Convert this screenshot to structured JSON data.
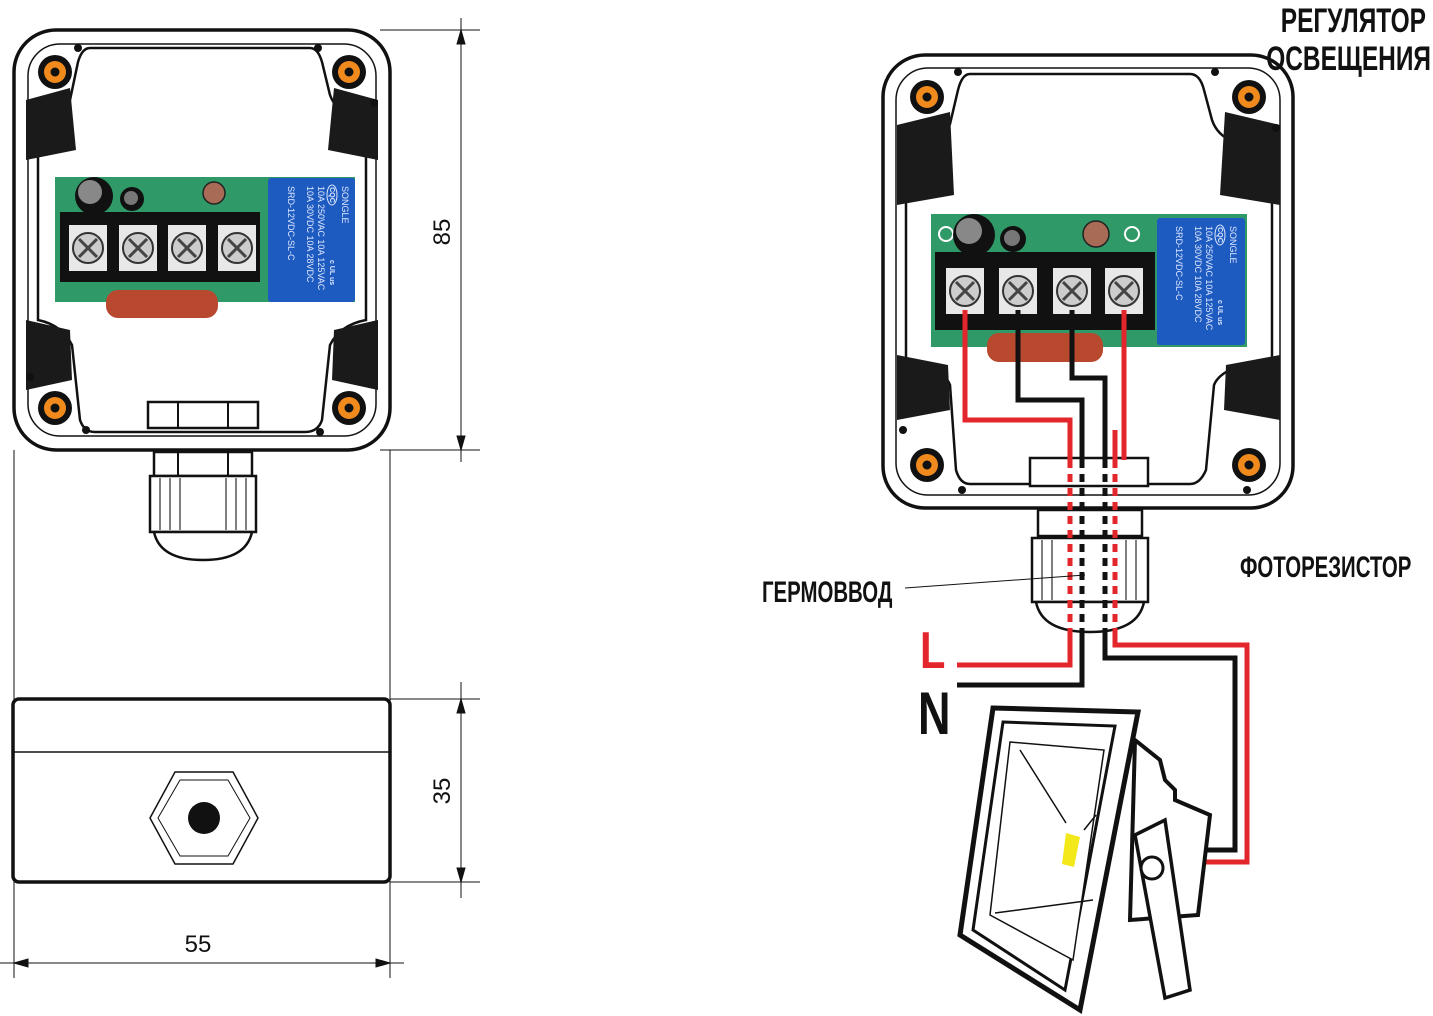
{
  "title": {
    "line1": "РЕГУЛЯТОР",
    "line2": "ОСВЕЩЕНИЯ"
  },
  "labels": {
    "photoresistor": "ФОТОРЕЗИСТОР",
    "cable_gland": "ГЕРМОВВОД",
    "line": "L",
    "neutral": "N"
  },
  "dimensions": {
    "height": "85",
    "depth": "35",
    "width": "55"
  },
  "relay": {
    "brand": "SONGLE",
    "model": "SRD-12VDC-SL-C",
    "rating1": "10A 250VAC  10A 125VAC",
    "rating2": "10A 30VDC  10A 28VDC",
    "cert": "CQC",
    "ul": "c UL us"
  },
  "colors": {
    "pcb": "#2f9a67",
    "relay": "#1e5bc0",
    "wire_red": "#e3262b",
    "wire_black": "#111111",
    "hole": "#f08a1d",
    "capacitor": "#b8492e",
    "led": "#f3e81a"
  }
}
